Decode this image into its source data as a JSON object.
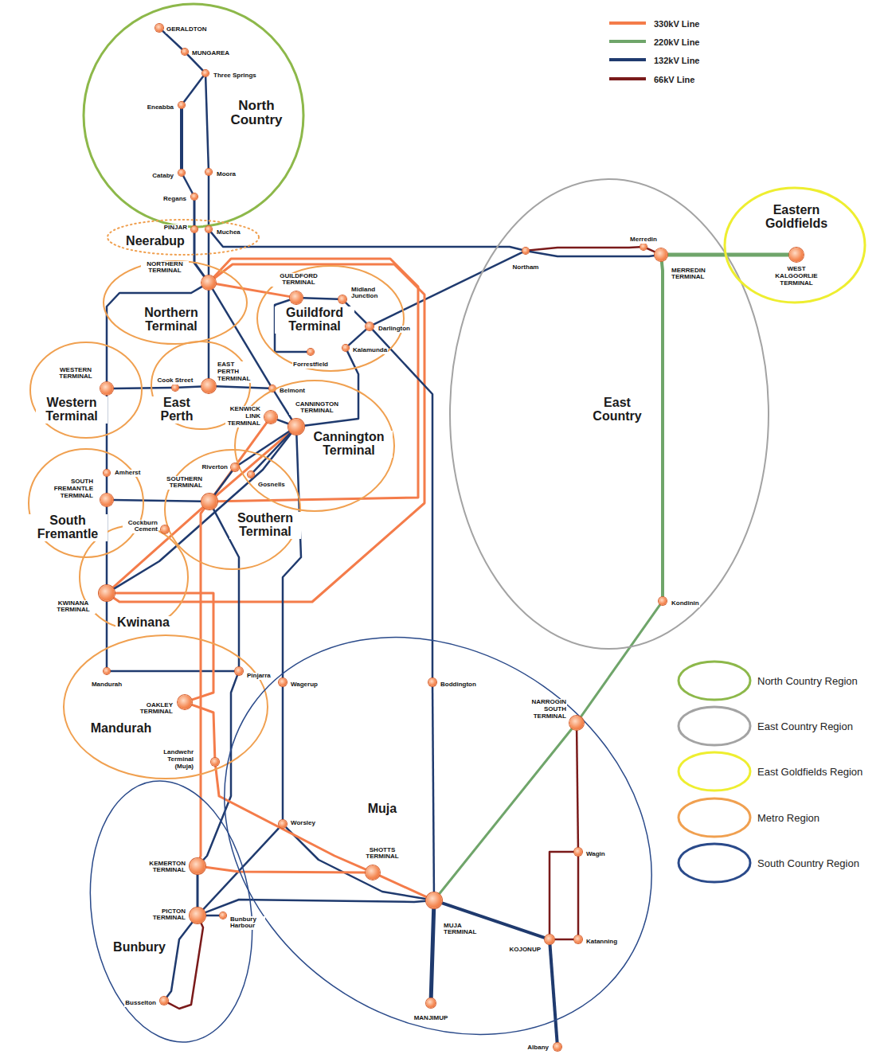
{
  "diagram": {
    "nodes": [
      {
        "text": [
          "North Country"
        ]
      },
      {
        "text": [
          "GERALDTON"
        ],
        "in": 0
      },
      {
        "text": [
          "MUNGAREA"
        ],
        "in": 0
      },
      {
        "text": [
          "Three Springs"
        ],
        "in": 0
      },
      {
        "text": [
          "Eneabba"
        ],
        "in": 0
      },
      {
        "text": [
          "Cataby"
        ],
        "in": 0
      },
      {
        "text": [
          "Moora"
        ],
        "in": 0
      },
      {
        "text": [
          "Regans"
        ],
        "in": 0
      },
      {
        "text": [
          "East Country"
        ]
      },
      {
        "text": [
          "Northam"
        ],
        "in": 8
      },
      {
        "text": [
          "Merredin"
        ],
        "in": 8
      },
      {
        "text": [
          "MERREDIN TERMINAL"
        ],
        "in": 8
      },
      {
        "text": [
          "Kondinin"
        ],
        "in": 8
      },
      {
        "text": [
          "Eastern Goldfields"
        ]
      },
      {
        "text": [
          "WEST KALGOORLIE TERMINAL"
        ],
        "in": 13
      },
      {
        "text": [
          "Neerabup"
        ]
      },
      {
        "text": [
          "PINJAR"
        ],
        "in": 15
      },
      {
        "text": [
          "Muchea"
        ],
        "in": 15
      },
      {
        "text": [
          "Northern Terminal"
        ]
      },
      {
        "text": [
          "NORTHERN TERMINAL"
        ],
        "in": 18
      },
      {
        "text": [
          "Guildford Terminal"
        ]
      },
      {
        "text": [
          "GUILDFORD TERMINAL"
        ],
        "in": 20
      },
      {
        "text": [
          "Midland Junction"
        ],
        "in": 20
      },
      {
        "text": [
          "Darlington"
        ],
        "in": 20
      },
      {
        "text": [
          "Forrestfield"
        ],
        "in": 20
      },
      {
        "text": [
          "Kalamunda"
        ],
        "in": 20
      },
      {
        "text": [
          "Western Terminal"
        ]
      },
      {
        "text": [
          "WESTERN TERMINAL"
        ],
        "in": 26
      },
      {
        "text": [
          "East Perth"
        ]
      },
      {
        "text": [
          "Cook Street"
        ],
        "in": 28
      },
      {
        "text": [
          "EAST PERTH TERMINAL"
        ],
        "in": 28
      },
      {
        "text": [
          "Belmont"
        ]
      },
      {
        "text": [
          "Cannington Terminal"
        ]
      },
      {
        "text": [
          "KENWICK LINK TERMINAL"
        ],
        "in": 32
      },
      {
        "text": [
          "CANNINGTON TERMINAL"
        ],
        "in": 32
      },
      {
        "text": [
          "South Fremantle"
        ]
      },
      {
        "text": [
          "Amherst"
        ],
        "in": 35
      },
      {
        "text": [
          "SOUTH FREMANTLE TERMINAL"
        ],
        "in": 35
      },
      {
        "text": [
          "Southern Terminal"
        ]
      },
      {
        "text": [
          "Riverton"
        ],
        "in": 38
      },
      {
        "text": [
          "Gosnells"
        ],
        "in": 38
      },
      {
        "text": [
          "SOUTHERN TERMINAL"
        ],
        "in": 38
      },
      {
        "text": [
          "Kwinana"
        ]
      },
      {
        "text": [
          "Cockburn Cement"
        ],
        "in": 42
      },
      {
        "text": [
          "KWINANA TERMINAL"
        ],
        "in": 42
      },
      {
        "text": [
          "Mandurah"
        ]
      },
      {
        "text": [
          "Mandurah"
        ],
        "in": 45
      },
      {
        "text": [
          "Pinjarra"
        ],
        "in": 45
      },
      {
        "text": [
          "OAKLEY TERMINAL"
        ],
        "in": 45
      },
      {
        "text": [
          "Landwehr Terminal (Muja)"
        ],
        "in": 45
      },
      {
        "text": [
          "Muja"
        ]
      },
      {
        "text": [
          "Wagerup"
        ],
        "in": 50
      },
      {
        "text": [
          "Boddington"
        ],
        "in": 50
      },
      {
        "text": [
          "NARROGIN SOUTH TERMINAL"
        ],
        "in": 50
      },
      {
        "text": [
          "Worsley"
        ],
        "in": 50
      },
      {
        "text": [
          "SHOTTS TERMINAL"
        ],
        "in": 50
      },
      {
        "text": [
          "MUJA TERMINAL"
        ],
        "in": 50
      },
      {
        "text": [
          "Wagin"
        ],
        "in": 50
      },
      {
        "text": [
          "KOJONUP"
        ],
        "in": 50
      },
      {
        "text": [
          "Katanning"
        ],
        "in": 50
      },
      {
        "text": [
          "MANJIMUP"
        ],
        "in": 50
      },
      {
        "text": [
          "Albany"
        ],
        "in": 50
      },
      {
        "text": [
          "Bunbury"
        ]
      },
      {
        "text": [
          "KEMERTON TERMINAL"
        ],
        "in": 62
      },
      {
        "text": [
          "PICTON TERMINAL"
        ],
        "in": 62
      },
      {
        "text": [
          "Bunbury Harbour"
        ],
        "in": 62
      },
      {
        "text": [
          "Busselton"
        ],
        "in": 62
      }
    ],
    "edges": [
      {
        "from": 1,
        "to": 2,
        "arrow": "none"
      },
      {
        "from": 2,
        "to": 3,
        "arrow": "none"
      },
      {
        "from": 3,
        "to": 4,
        "arrow": "none"
      },
      {
        "from": 4,
        "to": 5,
        "arrow": "none"
      },
      {
        "from": 3,
        "to": 6,
        "arrow": "none"
      },
      {
        "from": 5,
        "to": 7,
        "arrow": "none"
      },
      {
        "from": 7,
        "to": 16,
        "arrow": "none"
      },
      {
        "from": 6,
        "to": 17,
        "arrow": "none"
      },
      {
        "from": 16,
        "to": 19,
        "arrow": "none"
      },
      {
        "from": 17,
        "to": 19,
        "arrow": "none"
      },
      {
        "from": 17,
        "to": 9,
        "arrow": "none"
      },
      {
        "from": 9,
        "to": 10,
        "arrow": "none"
      },
      {
        "from": 10,
        "to": 11,
        "arrow": "none"
      },
      {
        "from": 9,
        "to": 11,
        "arrow": "none"
      },
      {
        "from": 11,
        "to": 14,
        "arrow": "none"
      },
      {
        "from": 11,
        "to": 12,
        "arrow": "none"
      },
      {
        "from": 12,
        "to": 53,
        "arrow": "none"
      },
      {
        "from": 53,
        "to": 56,
        "arrow": "none"
      },
      {
        "from": 9,
        "to": 23,
        "arrow": "none"
      },
      {
        "from": 19,
        "to": 21,
        "arrow": "none"
      },
      {
        "from": 19,
        "to": 41,
        "arrow": "none"
      },
      {
        "from": 19,
        "to": 44,
        "arrow": "none"
      },
      {
        "from": 41,
        "to": 44,
        "arrow": "none"
      },
      {
        "from": 41,
        "to": 34,
        "arrow": "none"
      },
      {
        "from": 33,
        "to": 41,
        "arrow": "none"
      },
      {
        "from": 19,
        "to": 30,
        "arrow": "none"
      },
      {
        "from": 19,
        "to": 27,
        "arrow": "none"
      },
      {
        "from": 27,
        "to": 29,
        "arrow": "none"
      },
      {
        "from": 29,
        "to": 30,
        "arrow": "none"
      },
      {
        "from": 27,
        "to": 36,
        "arrow": "none"
      },
      {
        "from": 36,
        "to": 37,
        "arrow": "none"
      },
      {
        "from": 37,
        "to": 44,
        "arrow": "none"
      },
      {
        "from": 44,
        "to": 46,
        "arrow": "none"
      },
      {
        "from": 37,
        "to": 41,
        "arrow": "none"
      },
      {
        "from": 19,
        "to": 31,
        "arrow": "none"
      },
      {
        "from": 30,
        "to": 31,
        "arrow": "none"
      },
      {
        "from": 21,
        "to": 22,
        "arrow": "none"
      },
      {
        "from": 22,
        "to": 23,
        "arrow": "none"
      },
      {
        "from": 21,
        "to": 24,
        "arrow": "none"
      },
      {
        "from": 23,
        "to": 25,
        "arrow": "none"
      },
      {
        "from": 25,
        "to": 34,
        "arrow": "none"
      },
      {
        "from": 23,
        "to": 52,
        "arrow": "none"
      },
      {
        "from": 52,
        "to": 56,
        "arrow": "none"
      },
      {
        "from": 31,
        "to": 34,
        "arrow": "none"
      },
      {
        "from": 34,
        "to": 33,
        "arrow": "none"
      },
      {
        "from": 34,
        "to": 39,
        "arrow": "none"
      },
      {
        "from": 39,
        "to": 41,
        "arrow": "none"
      },
      {
        "from": 34,
        "to": 40,
        "arrow": "none"
      },
      {
        "from": 34,
        "to": 44,
        "arrow": "none"
      },
      {
        "from": 34,
        "to": 51,
        "arrow": "none"
      },
      {
        "from": 51,
        "to": 54,
        "arrow": "none"
      },
      {
        "from": 54,
        "to": 56,
        "arrow": "none"
      },
      {
        "from": 54,
        "to": 64,
        "arrow": "none"
      },
      {
        "from": 41,
        "to": 47,
        "arrow": "none"
      },
      {
        "from": 46,
        "to": 47,
        "arrow": "none"
      },
      {
        "from": 47,
        "to": 63,
        "arrow": "none"
      },
      {
        "from": 63,
        "to": 64,
        "arrow": "none"
      },
      {
        "from": 64,
        "to": 65,
        "arrow": "none"
      },
      {
        "from": 64,
        "to": 66,
        "arrow": "none"
      },
      {
        "from": 64,
        "to": 66,
        "arrow": "none"
      },
      {
        "from": 64,
        "to": 56,
        "arrow": "none"
      },
      {
        "from": 56,
        "to": 60,
        "arrow": "none"
      },
      {
        "from": 56,
        "to": 58,
        "arrow": "none"
      },
      {
        "from": 58,
        "to": 61,
        "arrow": "none"
      },
      {
        "from": 53,
        "to": 57,
        "arrow": "none"
      },
      {
        "from": 57,
        "to": 59,
        "arrow": "none"
      },
      {
        "from": 59,
        "to": 58,
        "arrow": "none"
      },
      {
        "from": 57,
        "to": 58,
        "arrow": "none"
      },
      {
        "from": 41,
        "to": 63,
        "arrow": "none"
      },
      {
        "from": 44,
        "to": 48,
        "arrow": "none"
      },
      {
        "from": 48,
        "to": 49,
        "arrow": "none"
      },
      {
        "from": 49,
        "to": 55,
        "arrow": "none"
      },
      {
        "from": 63,
        "to": 55,
        "arrow": "none"
      },
      {
        "from": 55,
        "to": 56,
        "arrow": "none"
      }
    ],
    "legend": [
      {
        "text": "330kV Line",
        "color": "#f47c4a"
      },
      {
        "text": "220kV Line",
        "color": "#6fa56a"
      },
      {
        "text": "132kV Line",
        "color": "#1f3a6e"
      },
      {
        "text": "66kV Line",
        "color": "#7a1a1a"
      },
      {
        "text": "North Country Region",
        "color": "#8db84a"
      },
      {
        "text": "East Country Region",
        "color": "#a3a3a3"
      },
      {
        "text": "East Goldfields Region",
        "color": "#eeee30"
      },
      {
        "text": "Metro Region",
        "color": "#f0a050"
      },
      {
        "text": "South Country Region",
        "color": "#2a4a8a"
      }
    ]
  }
}
